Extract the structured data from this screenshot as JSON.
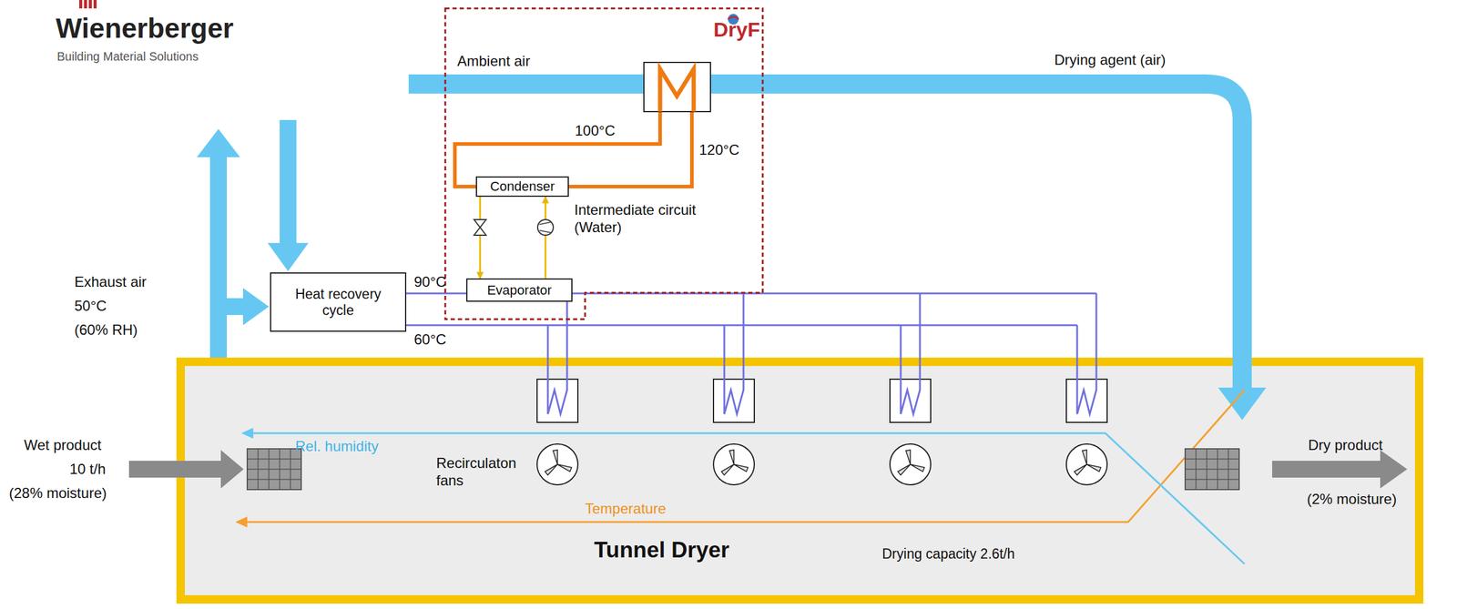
{
  "diagram": {
    "nodes": [
      {
        "text": [
          "DryF"
        ]
      },
      {
        "text": [
          "Condenser"
        ],
        "in": 0
      },
      {
        "text": [
          "Evaporator"
        ],
        "in": 0
      },
      {
        "text": [
          "Heat recovery cycle"
        ]
      },
      {
        "text": [
          "Tunnel Dryer",
          "Drying capacity 2.6t/h"
        ]
      }
    ],
    "edges": [
      {
        "from": 1,
        "to": 2,
        "arrow": "to"
      },
      {
        "from": 2,
        "to": 1,
        "arrow": "to"
      },
      {
        "from": 3,
        "to": 2,
        "arrow": "none"
      }
    ],
    "labels": [
      "Wienerberger",
      "Building Material Solutions",
      "Ambient air",
      "Drying agent (air)",
      "100°C",
      "120°C",
      "Intermediate circuit (Water)",
      "90°C",
      "60°C",
      "Exhaust air",
      "50°C",
      "(60% RH)",
      "Rel. humidity",
      "Recirculaton fans",
      "Temperature",
      "Wet product",
      "10 t/h",
      "(28% moisture)",
      "Dry product",
      "(2% moisture)"
    ]
  }
}
